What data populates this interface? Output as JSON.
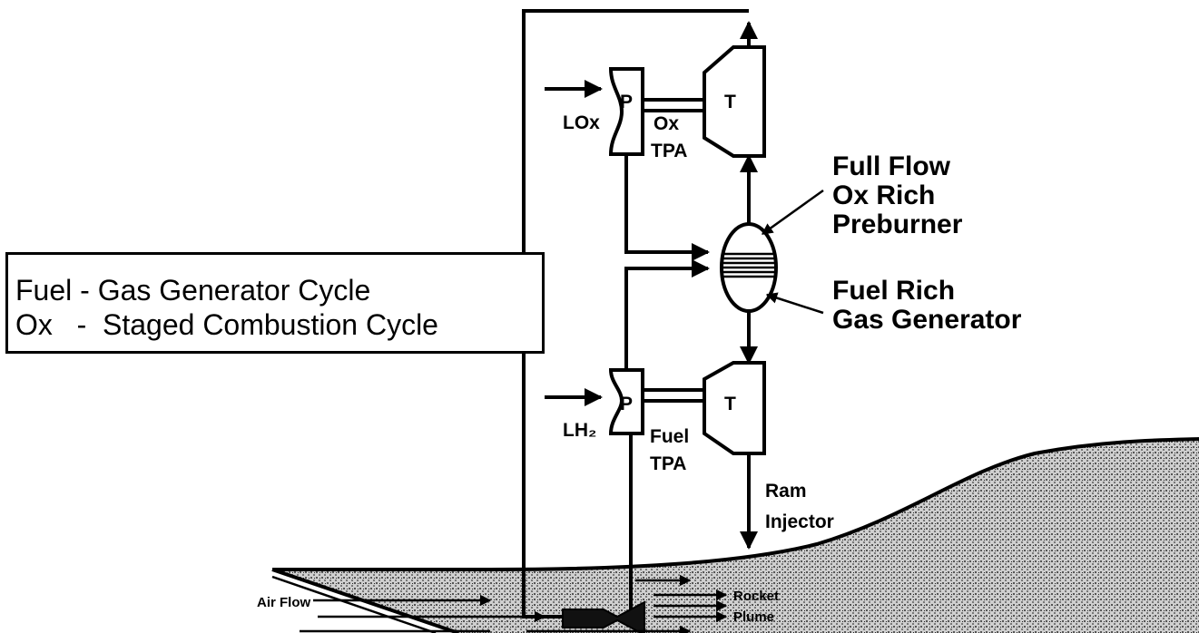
{
  "legend": {
    "line1": "Fuel - Gas Generator Cycle",
    "line2": "Ox   -  Staged Combustion Cycle"
  },
  "labels": {
    "lox": "LOx",
    "lh2": "LH₂",
    "pump": "P",
    "turbine": "T",
    "ox_tpa_1": "Ox",
    "ox_tpa_2": "TPA",
    "fuel_tpa_1": "Fuel",
    "fuel_tpa_2": "TPA",
    "preburner_1": "Full Flow",
    "preburner_2": "Ox Rich",
    "preburner_3": "Preburner",
    "gasgen_1": "Fuel Rich",
    "gasgen_2": "Gas Generator",
    "ram_1": "Ram",
    "ram_2": "Injector",
    "air_flow": "Air Flow",
    "rocket_plume_1": "Rocket",
    "rocket_plume_2": "Plume"
  }
}
